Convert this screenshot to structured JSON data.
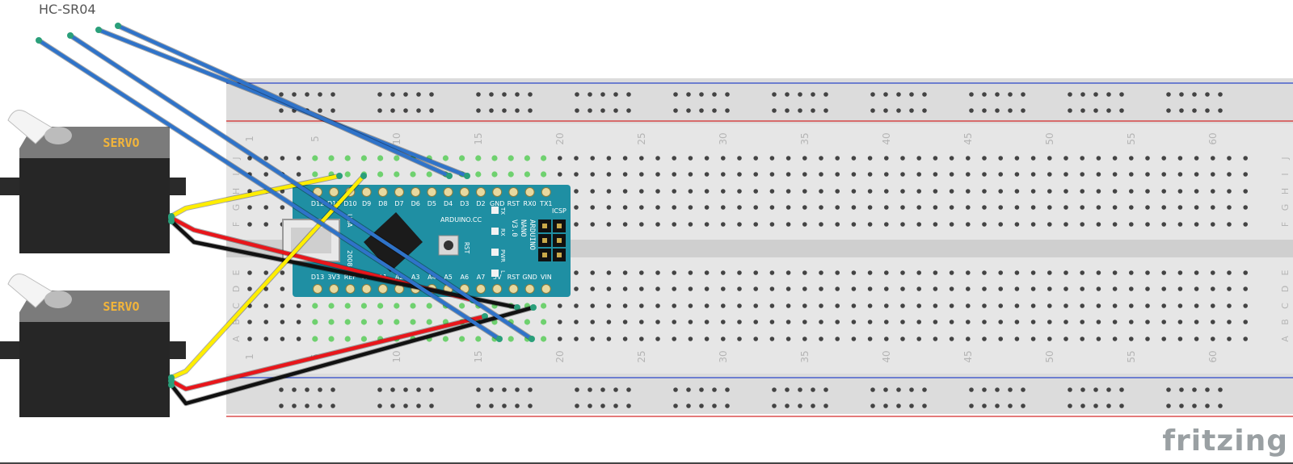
{
  "labels": {
    "sensor": "HC-SR04",
    "logo": "fritzing",
    "servo_text": "SERVO"
  },
  "breadboard": {
    "row_letters_top": [
      "J",
      "I",
      "H",
      "G",
      "F"
    ],
    "row_letters_bottom": [
      "E",
      "D",
      "C",
      "B",
      "A"
    ],
    "column_numbers": [
      "1",
      "5",
      "10",
      "15",
      "20",
      "25",
      "30",
      "35",
      "40",
      "45",
      "50",
      "55",
      "60"
    ]
  },
  "arduino": {
    "name_lines": [
      "ARDUINO",
      "NANO",
      "V3.0"
    ],
    "site": "ARDUINO.CC",
    "usa": "USA",
    "year": "2008",
    "icsp": "ICSP",
    "rst_label": "RST",
    "top_pins": [
      "D12",
      "D11",
      "D10",
      "D9",
      "D8",
      "D7",
      "D6",
      "D5",
      "D4",
      "D3",
      "D2",
      "GND",
      "RST",
      "RX0",
      "TX1"
    ],
    "bottom_pins": [
      "D13",
      "3V3",
      "REF",
      "A0",
      "A1",
      "A2",
      "A3",
      "A4",
      "A5",
      "A6",
      "A7",
      "5V",
      "RST",
      "GND",
      "VIN"
    ],
    "leds": [
      "TX",
      "RX",
      "PWR",
      "L"
    ]
  },
  "colors": {
    "wire_blue": "#2f73c9",
    "wire_yellow": "#ffee00",
    "wire_red": "#e8161b",
    "wire_black": "#111111",
    "board_teal": "#1f8fa3",
    "breadboard": "#e6e6e6",
    "rail_blue": "#2b46c8",
    "rail_red": "#d42a2a",
    "pin_green": "#6fd16f"
  }
}
